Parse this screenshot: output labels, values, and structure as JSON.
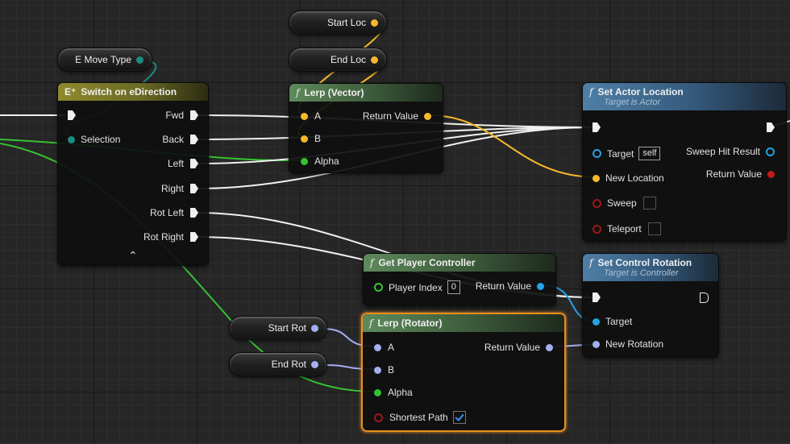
{
  "variables": {
    "start_loc": "Start Loc",
    "end_loc": "End Loc",
    "e_move_type": "E Move Type",
    "start_rot": "Start Rot",
    "end_rot": "End Rot"
  },
  "switch_node": {
    "title": "Switch on eDirection",
    "selection": "Selection",
    "outputs": [
      "Fwd",
      "Back",
      "Left",
      "Right",
      "Rot Left",
      "Rot Right"
    ],
    "collapse_icon": "chevron-up-icon"
  },
  "lerp_vector": {
    "title": "Lerp (Vector)",
    "a": "A",
    "b": "B",
    "alpha": "Alpha",
    "return_value": "Return Value"
  },
  "set_actor_location": {
    "title": "Set Actor Location",
    "subtitle": "Target is Actor",
    "target": "Target",
    "target_value": "self",
    "new_location": "New Location",
    "sweep": "Sweep",
    "teleport": "Teleport",
    "sweep_hit_result": "Sweep Hit Result",
    "return_value": "Return Value"
  },
  "get_player_controller": {
    "title": "Get Player Controller",
    "player_index": "Player Index",
    "player_index_value": "0",
    "return_value": "Return Value"
  },
  "set_control_rotation": {
    "title": "Set Control Rotation",
    "subtitle": "Target is Controller",
    "target": "Target",
    "new_rotation": "New Rotation"
  },
  "lerp_rotator": {
    "title": "Lerp (Rotator)",
    "a": "A",
    "b": "B",
    "alpha": "Alpha",
    "return_value": "Return Value",
    "shortest_path": "Shortest Path",
    "shortest_path_checked": true
  },
  "colors": {
    "background": "#262626",
    "vector_pin": "#f5b92a",
    "float_pin": "#35c232",
    "enum_pin": "#1e8c82",
    "rotator_pin": "#a5aef0",
    "object_pin": "#24a3e6",
    "bool_pin": "#9c1818",
    "selected_outline": "#e88e1e"
  }
}
